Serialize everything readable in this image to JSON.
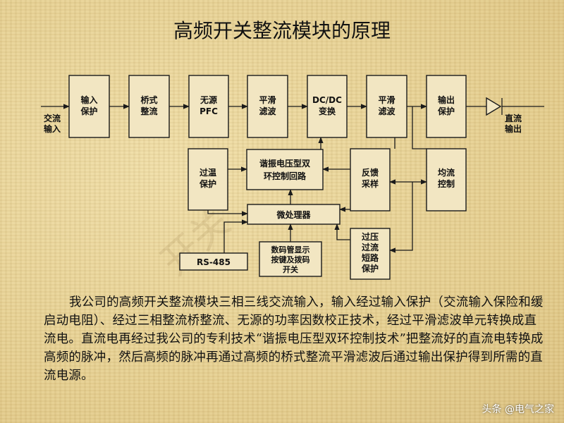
{
  "title": "高频开关整流模块的原理",
  "io": {
    "input_l1": "交流",
    "input_l2": "输入",
    "output_l1": "直流",
    "output_l2": "输出"
  },
  "blocks": {
    "input_protect": [
      "输入",
      "保护"
    ],
    "bridge": [
      "桥式",
      "整流"
    ],
    "pfc": [
      "无源",
      "PFC"
    ],
    "smooth1": [
      "平滑",
      "滤波"
    ],
    "dcdc": [
      "DC/DC",
      "变换"
    ],
    "smooth2": [
      "平滑",
      "滤波"
    ],
    "output_protect": [
      "输出",
      "保护"
    ],
    "resonant": [
      "谐振电压型双",
      "环控制回路"
    ],
    "over_temp": [
      "过温",
      "保护"
    ],
    "feedback": [
      "反馈",
      "采样"
    ],
    "current_share": [
      "均流",
      "控制"
    ],
    "mcu": [
      "微处理器"
    ],
    "rs485": [
      "RS-485"
    ],
    "display": [
      "数码管显示",
      "按键及拨码",
      "开关"
    ],
    "overvoltage": [
      "过压",
      "过流",
      "短路",
      "保护"
    ]
  },
  "background_mark": "开关",
  "description": "我公司的高频开关整流模块三相三线交流输入，输入经过输入保护（交流输入保险和缓启动电阻）、经过三相整流桥整流、无源的功率因数校正技术，经过平滑滤波单元转换成直流电。直流电再经过我公司的专利技术“谐振电压型双环控制技术”把整流好的直流电转换成高频的脉冲，然后高频的脉冲再通过高频的桥式整流平滑滤波后通过输出保护得到所需的直流电源。",
  "watermark": "头条 @电气之家",
  "colors": {
    "background": "#ead7a0",
    "block_fill": "#f2e6c2",
    "line": "#1a1a1a"
  }
}
